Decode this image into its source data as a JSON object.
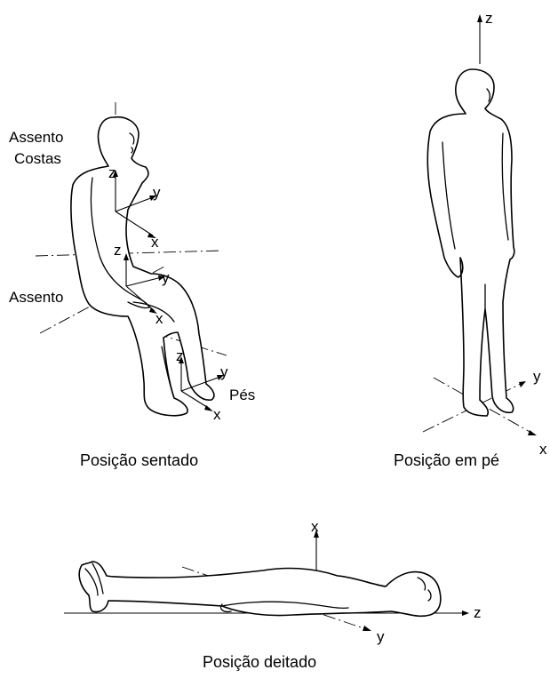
{
  "seated": {
    "caption": "Posição sentado",
    "label_seat_back_line1": "Assento",
    "label_seat_back_line2": "Costas",
    "label_seat": "Assento",
    "label_feet": "Pés",
    "axes": {
      "x": "x",
      "y": "y",
      "z": "z"
    }
  },
  "standing": {
    "caption": "Posição em pé",
    "axes": {
      "x": "x",
      "y": "y",
      "z": "z"
    }
  },
  "lying": {
    "caption": "Posição deitado",
    "axes": {
      "x": "x",
      "y": "y",
      "z": "z"
    }
  }
}
